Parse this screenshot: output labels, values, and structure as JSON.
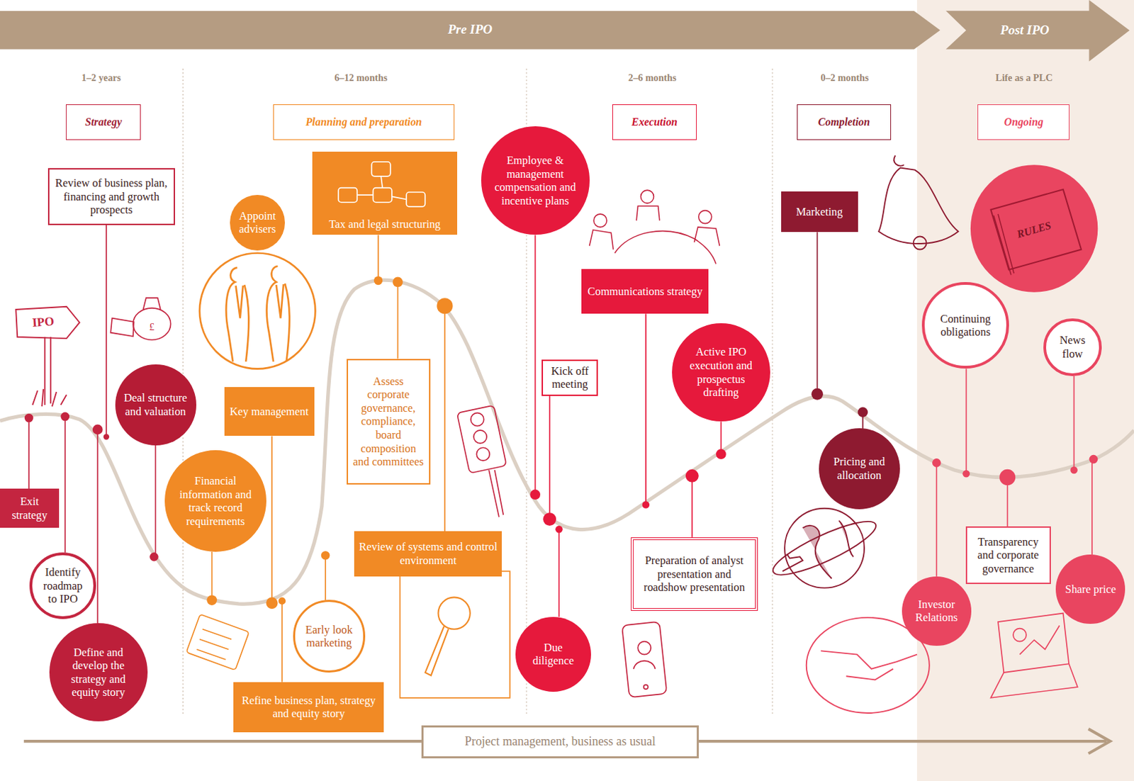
{
  "diagram": {
    "nodes": [
      {
        "text": [
          "Pre IPO"
        ]
      },
      {
        "text": [
          "Post IPO"
        ]
      },
      {
        "text": [
          "Strategy"
        ]
      },
      {
        "text": [
          "Planning and preparation"
        ]
      },
      {
        "text": [
          "Execution"
        ]
      },
      {
        "text": [
          "Completion"
        ]
      },
      {
        "text": [
          "Ongoing"
        ]
      },
      {
        "text": [
          "Review of business plan, financing and growth prospects"
        ]
      },
      {
        "text": [
          "Exit strategy"
        ]
      },
      {
        "text": [
          "Identify roadmap to IPO"
        ]
      },
      {
        "text": [
          "Define and develop the strategy and equity story"
        ]
      },
      {
        "text": [
          "Deal structure and valuation"
        ]
      },
      {
        "text": [
          "Appoint advisers"
        ]
      },
      {
        "text": [
          "Key management"
        ]
      },
      {
        "text": [
          "Financial information and track record requirements"
        ]
      },
      {
        "text": [
          "Early look marketing"
        ]
      },
      {
        "text": [
          "Refine business plan, strategy and equity story"
        ]
      },
      {
        "text": [
          "Tax and legal structuring"
        ]
      },
      {
        "text": [
          "Assess corporate governance, compliance, board composition and committees"
        ]
      },
      {
        "text": [
          "Review of systems and control environment"
        ]
      },
      {
        "text": [
          "Employee & management compensation and incentive plans"
        ]
      },
      {
        "text": [
          "Kick off meeting"
        ]
      },
      {
        "text": [
          "Due diligence"
        ]
      },
      {
        "text": [
          "Communications strategy"
        ]
      },
      {
        "text": [
          "Active IPO execution and prospectus drafting"
        ]
      },
      {
        "text": [
          "Preparation of analyst presentation and roadshow presentation"
        ]
      },
      {
        "text": [
          "Marketing"
        ]
      },
      {
        "text": [
          "Pricing and allocation"
        ]
      },
      {
        "text": [
          "Continuing obligations"
        ]
      },
      {
        "text": [
          "News flow"
        ]
      },
      {
        "text": [
          "Transparency and corporate governance"
        ]
      },
      {
        "text": [
          "Investor Relations"
        ]
      },
      {
        "text": [
          "Share price"
        ]
      },
      {
        "text": [
          "Project management, business as usual"
        ]
      }
    ],
    "labels": [
      "1–2 years",
      "6–12 months",
      "2–6 months",
      "0–2 months",
      "Life as a PLC",
      "IPO",
      "RULES",
      "£"
    ]
  }
}
